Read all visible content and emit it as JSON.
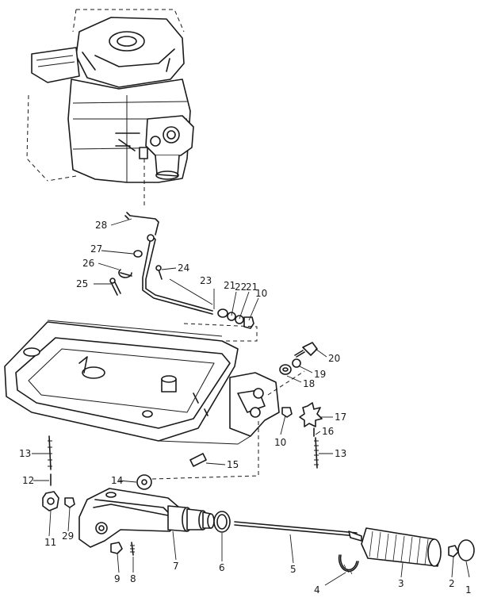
{
  "callouts": [
    {
      "id": "c1",
      "text": "1"
    },
    {
      "id": "c2",
      "text": "2"
    },
    {
      "id": "c3",
      "text": "3"
    },
    {
      "id": "c4",
      "text": "4"
    },
    {
      "id": "c5",
      "text": "5"
    },
    {
      "id": "c6",
      "text": "6"
    },
    {
      "id": "c7",
      "text": "7"
    },
    {
      "id": "c8",
      "text": "8"
    },
    {
      "id": "c9",
      "text": "9"
    },
    {
      "id": "c10a",
      "text": "10"
    },
    {
      "id": "c10b",
      "text": "10"
    },
    {
      "id": "c11",
      "text": "11"
    },
    {
      "id": "c12",
      "text": "12"
    },
    {
      "id": "c13a",
      "text": "13"
    },
    {
      "id": "c13b",
      "text": "13"
    },
    {
      "id": "c14",
      "text": "14"
    },
    {
      "id": "c15",
      "text": "15"
    },
    {
      "id": "c16",
      "text": "16"
    },
    {
      "id": "c17",
      "text": "17"
    },
    {
      "id": "c18",
      "text": "18"
    },
    {
      "id": "c19",
      "text": "19"
    },
    {
      "id": "c20",
      "text": "20"
    },
    {
      "id": "c21a",
      "text": "21"
    },
    {
      "id": "c22",
      "text": "22"
    },
    {
      "id": "c21b",
      "text": "21"
    },
    {
      "id": "c23",
      "text": "23"
    },
    {
      "id": "c24",
      "text": "24"
    },
    {
      "id": "c25",
      "text": "25"
    },
    {
      "id": "c26",
      "text": "26"
    },
    {
      "id": "c27",
      "text": "27"
    },
    {
      "id": "c28",
      "text": "28"
    },
    {
      "id": "c29",
      "text": "29"
    }
  ]
}
